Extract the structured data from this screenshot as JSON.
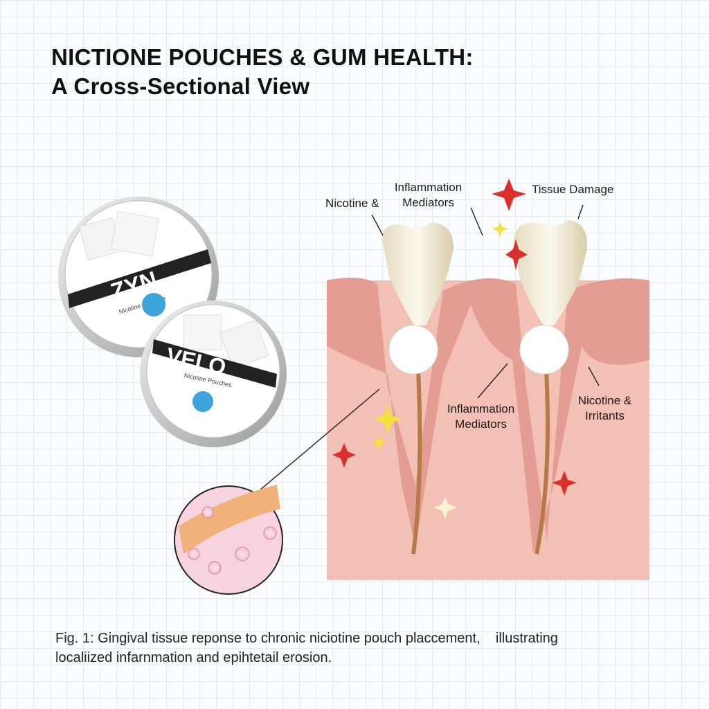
{
  "title": {
    "line1": "NICTIONE POUCHES & GUM HEALTH:",
    "line2": "A Cross-Sectional View"
  },
  "products": [
    {
      "brand": "ZYN",
      "subtitle": "Nicotine Pouches"
    },
    {
      "brand": "VELO",
      "subtitle": "Nicotine Pouches"
    }
  ],
  "labels": {
    "top_inflammation": "Inflammation Mediators",
    "top_nicotine": "Nicotine &",
    "tissue_damage": "Tissue Damage",
    "mid_inflammation": "Inflammation Mediators",
    "nicotine_irritants": "Nicotine & Irritants"
  },
  "caption": {
    "line1": "Fig. 1: Gingival tissue reponse to chronic niciotine pouch placcement,    illustrating",
    "line2": "localiized infarnmation and epihtetail erosion."
  },
  "colors": {
    "gum": "#e8a39a",
    "tissue": "#f2c0b5",
    "tooth": "#f4efdf",
    "star_red": "#d9302b",
    "star_yellow": "#f3e23c"
  }
}
